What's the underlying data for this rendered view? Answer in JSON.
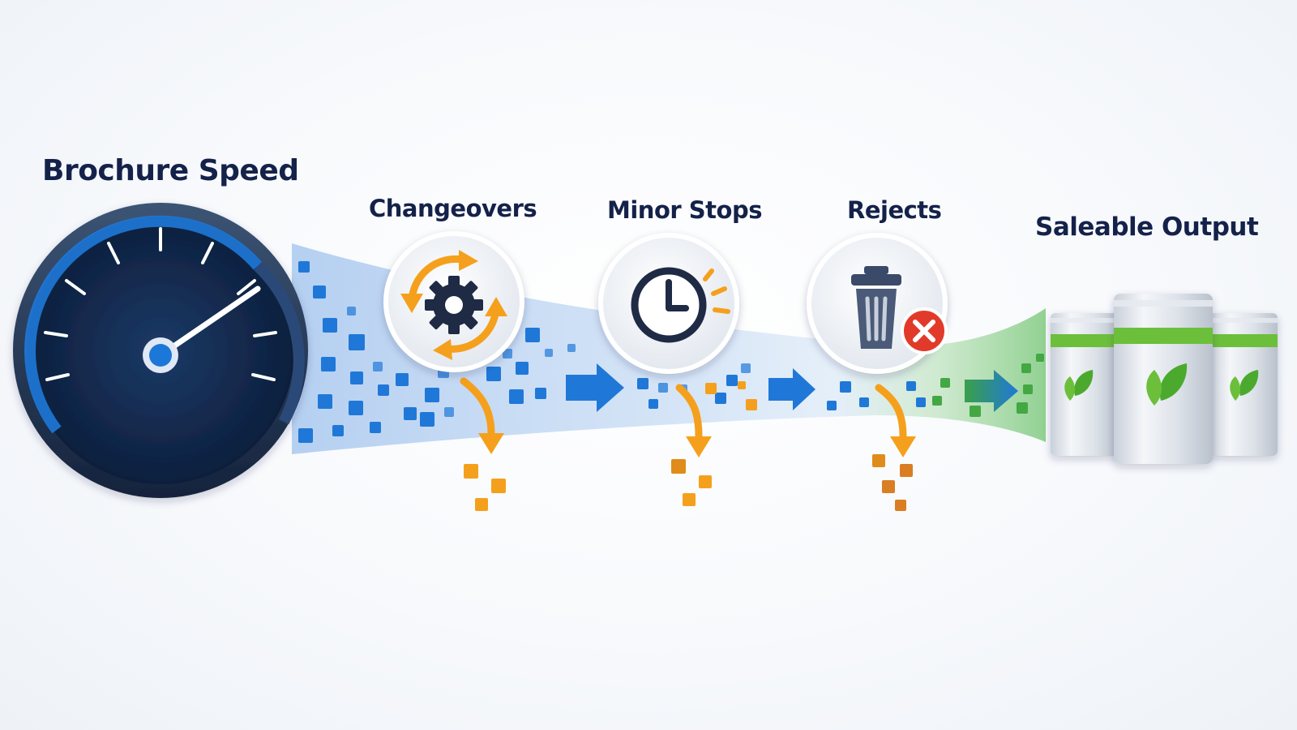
{
  "stages": {
    "brochure_speed": "Brochure Speed",
    "changeovers": "Changeovers",
    "minor_stops": "Minor Stops",
    "rejects": "Rejects",
    "saleable_output": "Saleable Output"
  },
  "icons": {
    "speed": "speedometer-icon",
    "changeovers": "gear-cycle-icon",
    "minor_stops": "clock-icon",
    "rejects": "trash-reject-icon",
    "output": "product-pouch-icon"
  },
  "colors": {
    "navy": "#14224a",
    "flow_blue": "#1f78d8",
    "loss_orange": "#f5a01c",
    "output_green": "#43a843",
    "reject_red": "#e23a2a"
  }
}
